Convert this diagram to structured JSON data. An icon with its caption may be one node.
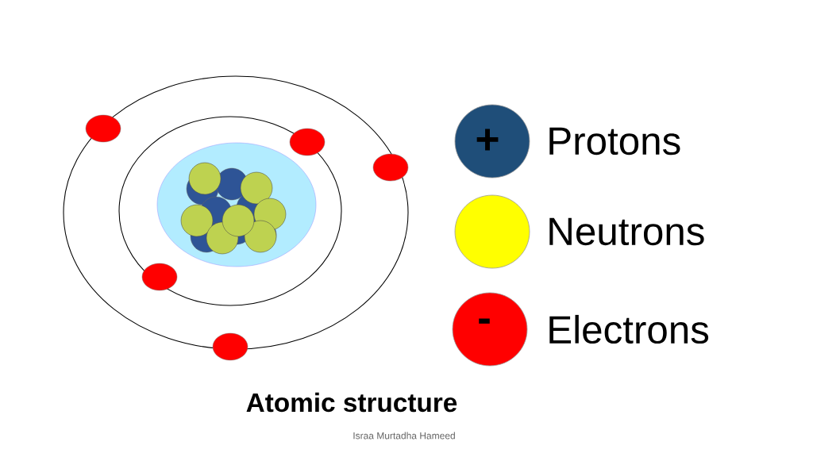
{
  "diagram": {
    "caption": "Atomic structure",
    "labels": [
      "+",
      "-",
      "Israa Murtadha Hameed"
    ],
    "legend": [
      {
        "text": "Protons",
        "color": "#1f4e79"
      },
      {
        "text": "Neutrons",
        "color": "#ffff00"
      },
      {
        "text": "Electrons",
        "color": "#ff0000"
      }
    ]
  }
}
